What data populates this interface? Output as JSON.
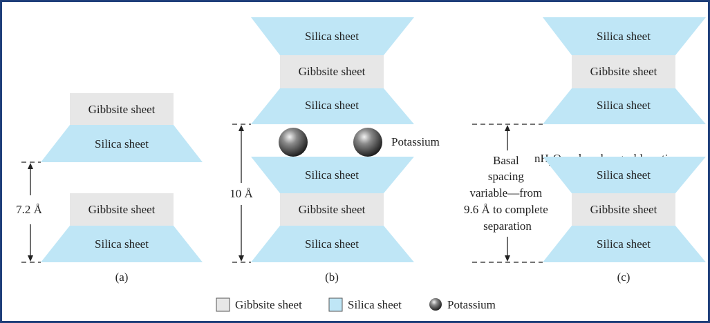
{
  "colors": {
    "gibbsite": "#e7e7e7",
    "silica": "#bfe6f6",
    "frame": "#1f3f7a",
    "text": "#222222"
  },
  "sheets": {
    "gibbsite": "Gibbsite sheet",
    "silica": "Silica sheet"
  },
  "panels": {
    "a": {
      "caption": "(a)",
      "dimension": "7.2 Å"
    },
    "b": {
      "caption": "(b)",
      "dimension": "10 Å",
      "ion_label": "Potassium"
    },
    "c": {
      "caption": "(c)",
      "water_n": "nH",
      "water_sub": "2",
      "water_rest": "O and exchangeable cations",
      "spacing_lines": [
        "Basal",
        "spacing",
        "variable—from",
        "9.6 Å to complete",
        "separation"
      ]
    }
  },
  "legend": {
    "gibbsite": "Gibbsite sheet",
    "silica": "Silica sheet",
    "potassium": "Potassium"
  }
}
